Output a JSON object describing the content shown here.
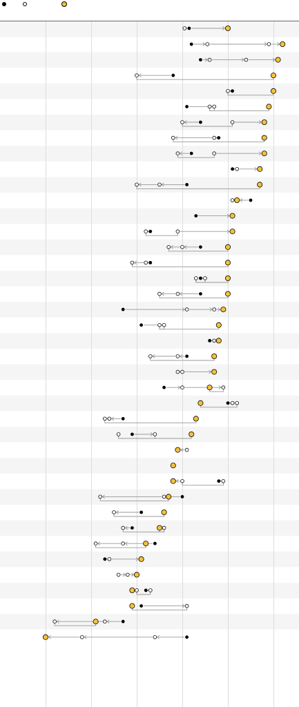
{
  "colors": {
    "filled": "#000000",
    "open": "#ffffff",
    "final": "#f5c23a",
    "grid": "#dddddd",
    "band": "#f5f5f5",
    "connector": "#999999",
    "header_line": "#666666"
  },
  "legend": {
    "items": [
      {
        "marker": "filled",
        "label": ""
      },
      {
        "marker": "open",
        "label": ""
      },
      {
        "marker": "final",
        "label": ""
      }
    ]
  },
  "chart_data": {
    "type": "scatter",
    "title": "",
    "xlabel": "",
    "ylabel": "",
    "x_gridlines": [
      1,
      2,
      3,
      4,
      5,
      6
    ],
    "xlim": [
      0,
      6.55
    ],
    "grid": true,
    "legend": "top-left",
    "header_row": {
      "steps": [
        {
          "x": 4.05,
          "m": "o"
        },
        {
          "x": 4.15,
          "m": "f"
        },
        {
          "x": 5.0,
          "m": "g"
        }
      ]
    },
    "rows": [
      {
        "steps": [
          {
            "x": 4.2,
            "m": "f"
          },
          {
            "x": 4.55,
            "m": "o"
          },
          {
            "x": 5.9,
            "m": "o"
          },
          {
            "x": 6.2,
            "m": "g"
          }
        ]
      },
      {
        "steps": [
          {
            "x": 4.4,
            "m": "f"
          },
          {
            "x": 4.6,
            "m": "o"
          },
          {
            "x": 5.4,
            "m": "o"
          },
          {
            "x": 6.1,
            "m": "g"
          }
        ]
      },
      {
        "steps": [
          {
            "x": 3.8,
            "m": "f"
          },
          {
            "x": 3.0,
            "m": "o"
          },
          {
            "x": 6.0,
            "m": "g"
          }
        ]
      },
      {
        "steps": [
          {
            "x": 5.1,
            "m": "f"
          },
          {
            "x": 5.0,
            "m": "o"
          },
          {
            "x": 6.0,
            "m": "g"
          }
        ]
      },
      {
        "steps": [
          {
            "x": 4.1,
            "m": "f"
          },
          {
            "x": 4.7,
            "m": "o"
          },
          {
            "x": 4.6,
            "m": "o"
          },
          {
            "x": 5.9,
            "m": "g"
          }
        ]
      },
      {
        "steps": [
          {
            "x": 4.4,
            "m": "f"
          },
          {
            "x": 4.0,
            "m": "o"
          },
          {
            "x": 5.1,
            "m": "o"
          },
          {
            "x": 5.8,
            "m": "g"
          }
        ]
      },
      {
        "steps": [
          {
            "x": 4.8,
            "m": "f"
          },
          {
            "x": 4.7,
            "m": "o"
          },
          {
            "x": 3.8,
            "m": "o"
          },
          {
            "x": 5.8,
            "m": "g"
          }
        ]
      },
      {
        "steps": [
          {
            "x": 4.2,
            "m": "f"
          },
          {
            "x": 3.9,
            "m": "o"
          },
          {
            "x": 4.7,
            "m": "o"
          },
          {
            "x": 5.8,
            "m": "g"
          }
        ]
      },
      {
        "steps": [
          {
            "x": 5.1,
            "m": "f"
          },
          {
            "x": 5.2,
            "m": "o"
          },
          {
            "x": 5.7,
            "m": "g"
          }
        ]
      },
      {
        "steps": [
          {
            "x": 4.1,
            "m": "f"
          },
          {
            "x": 3.5,
            "m": "o"
          },
          {
            "x": 3.0,
            "m": "o"
          },
          {
            "x": 5.7,
            "m": "g"
          }
        ]
      },
      {
        "steps": [
          {
            "x": 5.5,
            "m": "f"
          },
          {
            "x": 5.2,
            "m": "g"
          },
          {
            "x": 5.1,
            "m": "o"
          }
        ]
      },
      {
        "steps": [
          {
            "x": 4.3,
            "m": "f"
          },
          {
            "x": 5.1,
            "m": "g"
          }
        ]
      },
      {
        "steps": [
          {
            "x": 3.3,
            "m": "f"
          },
          {
            "x": 3.2,
            "m": "o"
          },
          {
            "x": 3.9,
            "m": "o"
          },
          {
            "x": 5.1,
            "m": "g"
          }
        ]
      },
      {
        "steps": [
          {
            "x": 4.4,
            "m": "f"
          },
          {
            "x": 4.0,
            "m": "o"
          },
          {
            "x": 3.7,
            "m": "o"
          },
          {
            "x": 5.0,
            "m": "g"
          }
        ]
      },
      {
        "steps": [
          {
            "x": 3.3,
            "m": "f"
          },
          {
            "x": 3.2,
            "m": "o"
          },
          {
            "x": 2.9,
            "m": "o"
          },
          {
            "x": 5.0,
            "m": "g"
          }
        ]
      },
      {
        "steps": [
          {
            "x": 4.4,
            "m": "f"
          },
          {
            "x": 4.5,
            "m": "o"
          },
          {
            "x": 4.3,
            "m": "o"
          },
          {
            "x": 5.0,
            "m": "g"
          }
        ]
      },
      {
        "steps": [
          {
            "x": 4.4,
            "m": "f"
          },
          {
            "x": 3.9,
            "m": "o"
          },
          {
            "x": 3.5,
            "m": "o"
          },
          {
            "x": 5.0,
            "m": "g"
          }
        ]
      },
      {
        "steps": [
          {
            "x": 2.7,
            "m": "f"
          },
          {
            "x": 4.1,
            "m": "o"
          },
          {
            "x": 4.7,
            "m": "o"
          },
          {
            "x": 4.9,
            "m": "g"
          }
        ]
      },
      {
        "steps": [
          {
            "x": 3.1,
            "m": "f"
          },
          {
            "x": 3.6,
            "m": "o"
          },
          {
            "x": 3.5,
            "m": "o"
          },
          {
            "x": 4.8,
            "m": "g"
          }
        ]
      },
      {
        "steps": [
          {
            "x": 4.6,
            "m": "f"
          },
          {
            "x": 4.7,
            "m": "o"
          },
          {
            "x": 4.8,
            "m": "g"
          }
        ]
      },
      {
        "steps": [
          {
            "x": 4.1,
            "m": "f"
          },
          {
            "x": 3.9,
            "m": "o"
          },
          {
            "x": 3.3,
            "m": "o"
          },
          {
            "x": 4.7,
            "m": "g"
          }
        ]
      },
      {
        "steps": [
          {
            "x": 3.9,
            "m": "o"
          },
          {
            "x": 4.0,
            "m": "o"
          },
          {
            "x": 4.7,
            "m": "g"
          }
        ]
      },
      {
        "steps": [
          {
            "x": 3.6,
            "m": "f"
          },
          {
            "x": 4.0,
            "m": "o"
          },
          {
            "x": 4.9,
            "m": "o"
          },
          {
            "x": 4.6,
            "m": "g"
          }
        ]
      },
      {
        "steps": [
          {
            "x": 5.0,
            "m": "f"
          },
          {
            "x": 5.1,
            "m": "o"
          },
          {
            "x": 5.2,
            "m": "o"
          },
          {
            "x": 4.4,
            "m": "g"
          }
        ]
      },
      {
        "steps": [
          {
            "x": 2.7,
            "m": "f"
          },
          {
            "x": 2.4,
            "m": "o"
          },
          {
            "x": 2.3,
            "m": "o"
          },
          {
            "x": 4.3,
            "m": "g"
          }
        ]
      },
      {
        "steps": [
          {
            "x": 2.9,
            "m": "f"
          },
          {
            "x": 3.4,
            "m": "o"
          },
          {
            "x": 2.6,
            "m": "o"
          },
          {
            "x": 4.2,
            "m": "g"
          }
        ]
      },
      {
        "steps": [
          {
            "x": 4.1,
            "m": "o"
          },
          {
            "x": 3.9,
            "m": "g"
          }
        ]
      },
      {
        "steps": [
          {
            "x": 3.8,
            "m": "g"
          }
        ]
      },
      {
        "steps": [
          {
            "x": 4.8,
            "m": "f"
          },
          {
            "x": 4.9,
            "m": "o"
          },
          {
            "x": 4.0,
            "m": "o"
          },
          {
            "x": 3.8,
            "m": "g"
          }
        ]
      },
      {
        "steps": [
          {
            "x": 4.0,
            "m": "f"
          },
          {
            "x": 3.6,
            "m": "o"
          },
          {
            "x": 2.2,
            "m": "o"
          },
          {
            "x": 3.7,
            "m": "g"
          }
        ]
      },
      {
        "steps": [
          {
            "x": 3.1,
            "m": "f"
          },
          {
            "x": 2.5,
            "m": "o"
          },
          {
            "x": 3.6,
            "m": "g"
          }
        ]
      },
      {
        "steps": [
          {
            "x": 2.9,
            "m": "f"
          },
          {
            "x": 2.7,
            "m": "o"
          },
          {
            "x": 3.6,
            "m": "o"
          },
          {
            "x": 3.5,
            "m": "g"
          }
        ]
      },
      {
        "steps": [
          {
            "x": 3.4,
            "m": "f"
          },
          {
            "x": 2.7,
            "m": "o"
          },
          {
            "x": 2.1,
            "m": "o"
          },
          {
            "x": 3.2,
            "m": "g"
          }
        ]
      },
      {
        "steps": [
          {
            "x": 2.3,
            "m": "f"
          },
          {
            "x": 2.4,
            "m": "o"
          },
          {
            "x": 3.1,
            "m": "g"
          }
        ]
      },
      {
        "steps": [
          {
            "x": 2.6,
            "m": "o"
          },
          {
            "x": 2.8,
            "m": "o"
          },
          {
            "x": 3.0,
            "m": "g"
          }
        ]
      },
      {
        "steps": [
          {
            "x": 3.2,
            "m": "f"
          },
          {
            "x": 3.3,
            "m": "o"
          },
          {
            "x": 3.0,
            "m": "o"
          },
          {
            "x": 2.9,
            "m": "g"
          }
        ]
      },
      {
        "steps": [
          {
            "x": 3.1,
            "m": "f"
          },
          {
            "x": 4.1,
            "m": "o"
          },
          {
            "x": 2.9,
            "m": "g"
          }
        ]
      },
      {
        "steps": [
          {
            "x": 2.7,
            "m": "f"
          },
          {
            "x": 2.3,
            "m": "o"
          },
          {
            "x": 1.2,
            "m": "o"
          },
          {
            "x": 2.1,
            "m": "g"
          }
        ]
      },
      {
        "steps": [
          {
            "x": 4.1,
            "m": "f"
          },
          {
            "x": 3.4,
            "m": "o"
          },
          {
            "x": 1.8,
            "m": "o"
          },
          {
            "x": 1.0,
            "m": "g"
          }
        ]
      }
    ]
  }
}
